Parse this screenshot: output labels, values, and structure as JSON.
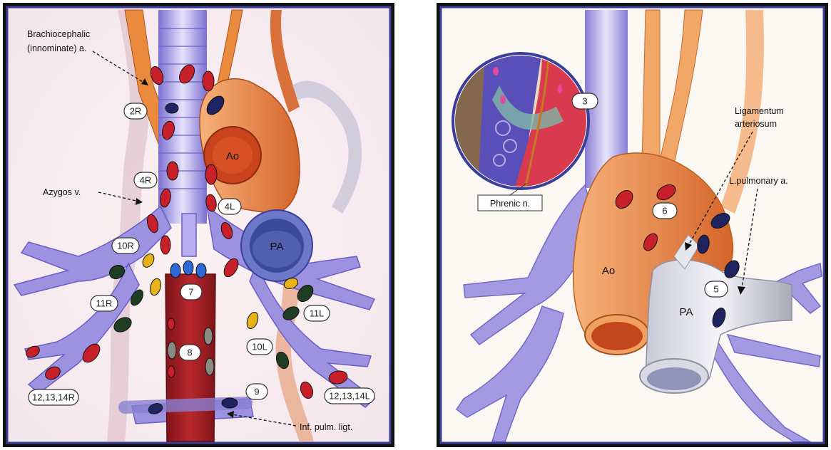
{
  "left_panel": {
    "labels": {
      "brachiocephalic_line1": "Brachiocephalic",
      "brachiocephalic_line2": "(innominate) a.",
      "azygos": "Azygos v.",
      "inf_pulm_ligt": "Inf. pulm. ligt."
    },
    "organs": {
      "aorta": "Ao",
      "pulmonary_artery": "PA"
    },
    "stations": {
      "s2R": "2R",
      "s4R": "4R",
      "s4L": "4L",
      "s10R": "10R",
      "s11R": "11R",
      "s7": "7",
      "s8": "8",
      "s10L": "10L",
      "s11L": "11L",
      "s9": "9",
      "s12R": "12,13,14R",
      "s12L": "12,13,14L"
    }
  },
  "right_panel": {
    "labels": {
      "lig_line1": "Ligamentum",
      "lig_line2": "arteriosum",
      "l_pulm_a": "L.pulmonary a.",
      "phrenic": "Phrenic n."
    },
    "organs": {
      "aorta": "Ao",
      "pulmonary_artery": "PA"
    },
    "stations": {
      "s3": "3",
      "s5": "5",
      "s6": "6"
    }
  },
  "colors": {
    "node_red": "#c8202a",
    "node_navy": "#1f2460",
    "node_yellow": "#e8b21a",
    "node_green": "#1f3d22",
    "node_gray": "#8a8a82",
    "node_blue": "#2f67d6",
    "aorta": "#e98a3c",
    "airway": "#8a7ed6",
    "frame": "#3b3f9a"
  }
}
